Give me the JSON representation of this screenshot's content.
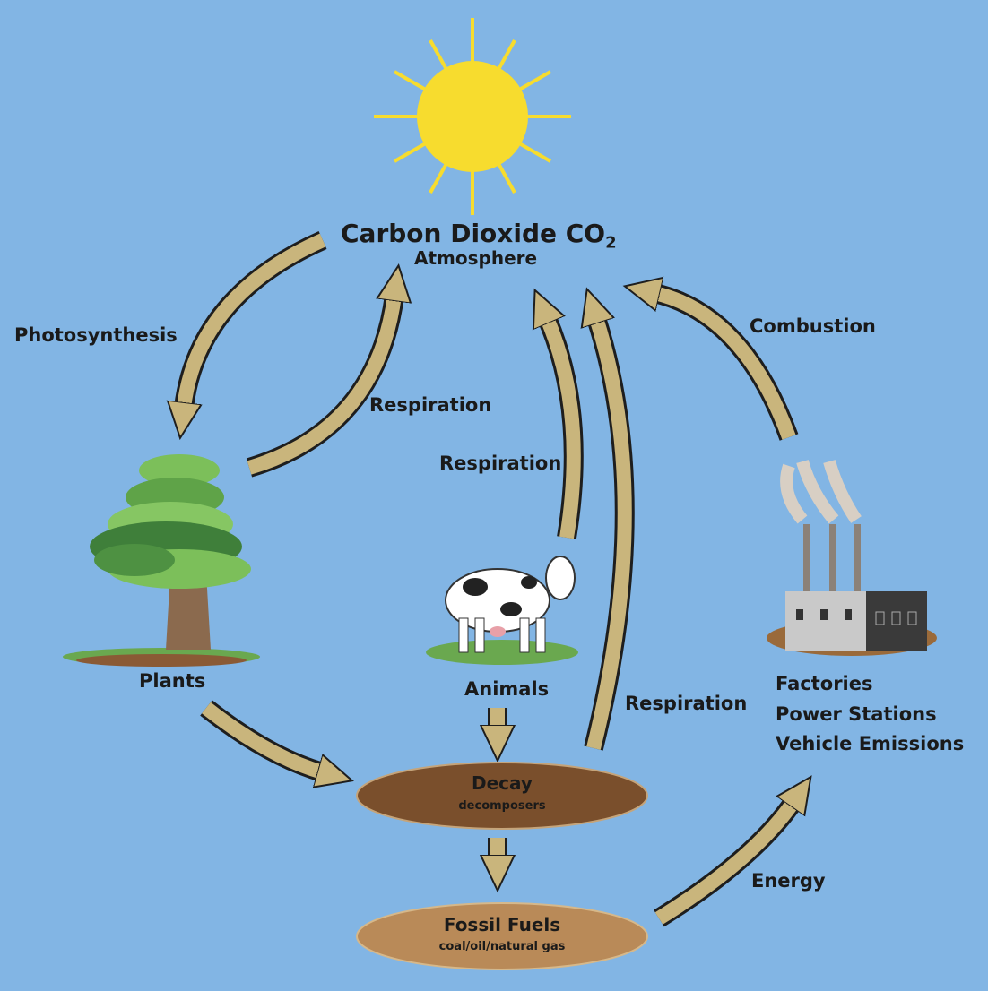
{
  "title": {
    "main": "Carbon Dioxide CO",
    "subscript": "2",
    "subtitle": "Atmosphere"
  },
  "labels": {
    "photosynthesis": "Photosynthesis",
    "respiration_plants": "Respiration",
    "respiration_animals": "Respiration",
    "respiration_decay": "Respiration",
    "combustion": "Combustion",
    "energy": "Energy",
    "plants": "Plants",
    "animals": "Animals",
    "factories": "Factories",
    "power_stations": "Power Stations",
    "vehicle_emissions": "Vehicle Emissions"
  },
  "decay": {
    "title": "Decay",
    "subtitle": "decomposers"
  },
  "fossil": {
    "title": "Fossil Fuels",
    "subtitle": "coal/oil/natural gas"
  },
  "colors": {
    "background": "#82b5e4",
    "arrow": "#c9b57c",
    "arrow_outline": "#1e1e1e",
    "sun": "#f7dc2e",
    "decay": "#7a4f2c",
    "fossil": "#b98a58"
  }
}
